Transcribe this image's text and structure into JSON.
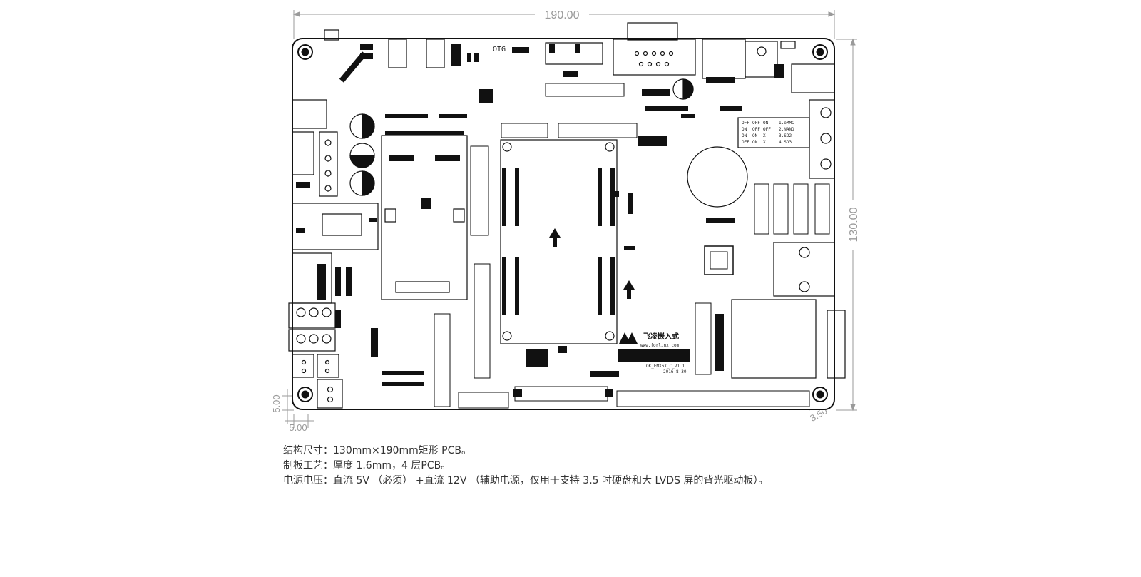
{
  "dimensions": {
    "width_label": "190.00",
    "height_label": "130.00",
    "margin_x_label": "5.00",
    "margin_y_label": "5.00",
    "hole_label": "3.50"
  },
  "board": {
    "connector_label": "OTG",
    "brand": "飞凌嵌入式",
    "website": "www.forlinx.com",
    "board_name": "OK_EMX6X_C_V1.1",
    "date": "2016-8-30",
    "dip_table": [
      [
        "OFF",
        "OFF",
        "ON",
        "1.eMMC"
      ],
      [
        "ON",
        "OFF",
        "OFF",
        "2.NAND"
      ],
      [
        "ON",
        "ON",
        "X",
        "3.SD2"
      ],
      [
        "OFF",
        "ON",
        "X",
        "4.SD3"
      ]
    ]
  },
  "specs": {
    "line1": "结构尺寸：130mm×190mm矩形 PCB。",
    "line2": "制板工艺：厚度 1.6mm，4 层PCB。",
    "line3": "电源电压：直流 5V （必须） +直流 12V （辅助电源，仅用于支持 3.5 吋硬盘和大 LVDS 屏的背光驱动板）。"
  },
  "colors": {
    "outline": "#111111",
    "dimension": "#9a9a9a",
    "text": "#333333"
  }
}
